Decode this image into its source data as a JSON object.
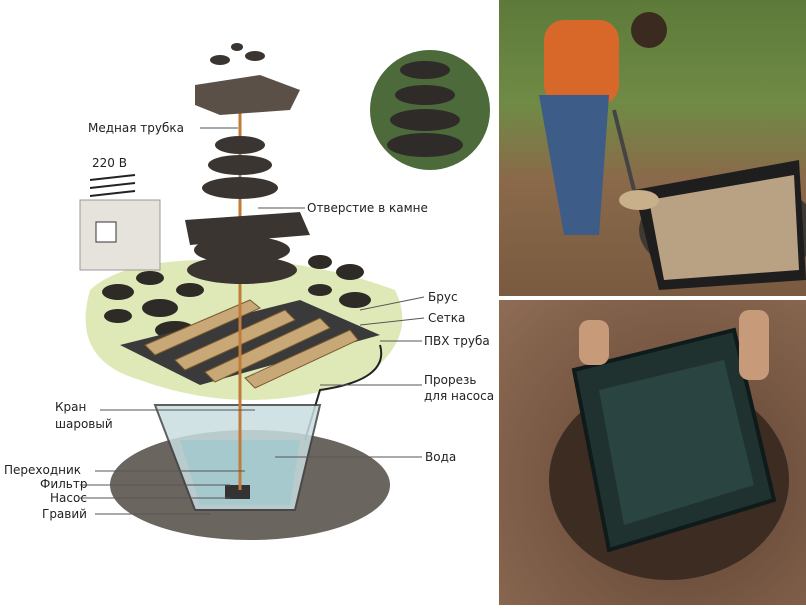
{
  "diagram": {
    "labels": {
      "copper_pipe": "Медная трубка",
      "voltage": "220 В",
      "stone_hole": "Отверстие в камне",
      "beam": "Брус",
      "mesh": "Сетка",
      "pvc_pipe": "ПВХ труба",
      "pump_slot_1": "Прорезь",
      "pump_slot_2": "для насоса",
      "ball_valve_1": "Кран",
      "ball_valve_2": "шаровый",
      "water": "Вода",
      "adapter": "Переходник",
      "filter": "Фильтр",
      "pump": "Насос",
      "gravel": "Гравий"
    }
  },
  "colors": {
    "lawn": "#dfe9b8",
    "stone": "#3a3530",
    "wood": "#c9a877",
    "copper": "#c07a3a",
    "soil": "#6b6560"
  }
}
